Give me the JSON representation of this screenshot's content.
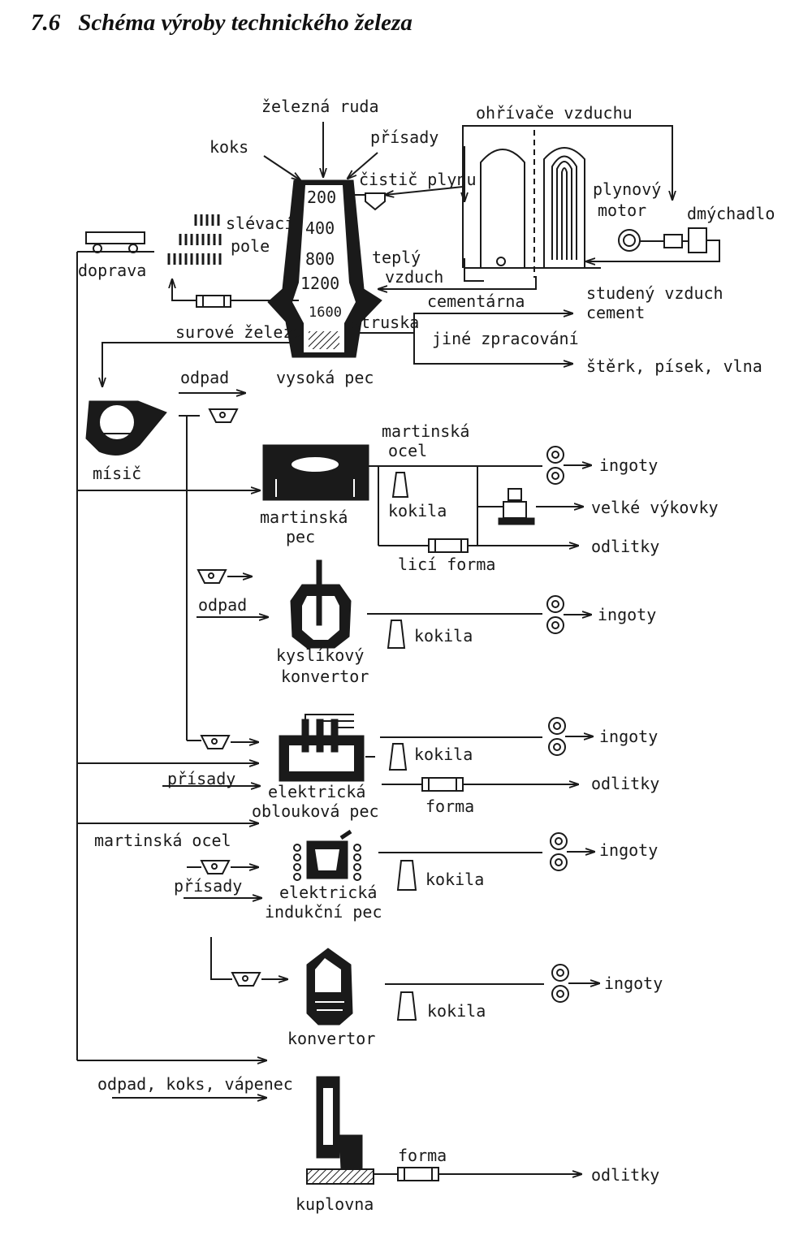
{
  "title": {
    "number": "7.6",
    "text": "Schéma výroby technického železa"
  },
  "labels": {
    "zelezna_ruda": "železná ruda",
    "koks": "koks",
    "prisady_top": "přísady",
    "ohrivace": "ohřívače  vzduchu",
    "cistic": "čistič plynu",
    "plynovy": "plynový",
    "motor": "motor",
    "dmychadlo": "dmýchadlo",
    "slevaci": "slévací",
    "pole": "pole",
    "doprava": "doprava",
    "teply": "teplý",
    "vzduch": "vzduch",
    "studeny": "studený vzduch",
    "cementarna": "cementárna",
    "cement": "cement",
    "struska": "struska",
    "surove": "surové železo",
    "jine": "jiné  zpracování",
    "sterk": "štěrk, písek, vlna",
    "vysoka_pec": "vysoká  pec",
    "odpad1": "odpad",
    "misic": "mísič",
    "martinska_ocel1": "martinská",
    "ocel1": "ocel",
    "kokila1": "kokila",
    "martinska_pec1": "martinská",
    "pec1": "pec",
    "lici_forma": "licí  forma",
    "ingoty1": "ingoty",
    "velke_vykovky": "velké  výkovky",
    "odlitky1": "odlitky",
    "odpad2": "odpad",
    "kokila2": "kokila",
    "ingoty2": "ingoty",
    "kyslikovy": "kyslíkový",
    "konvertor1": "konvertor",
    "kokila3": "kokila",
    "ingoty3": "ingoty",
    "prisady2": "přísady",
    "elektricka1": "elektrická",
    "obloukova": "oblouková  pec",
    "forma2": "forma",
    "odlitky2": "odlitky",
    "martinska_ocel2": "martinská ocel",
    "prisady3": "přísady",
    "elektricka2": "elektrická",
    "indukcni": "indukční  pec",
    "kokila4": "kokila",
    "ingoty4": "ingoty",
    "konvertor2": "konvertor",
    "kokila5": "kokila",
    "ingoty5": "ingoty",
    "odpad_koks": "odpad, koks, vápenec",
    "forma3": "forma",
    "kuplovna": "kuplovna",
    "odlitky3": "odlitky"
  },
  "furnace_temps": [
    "200",
    "400",
    "800",
    "1200",
    "1600"
  ]
}
